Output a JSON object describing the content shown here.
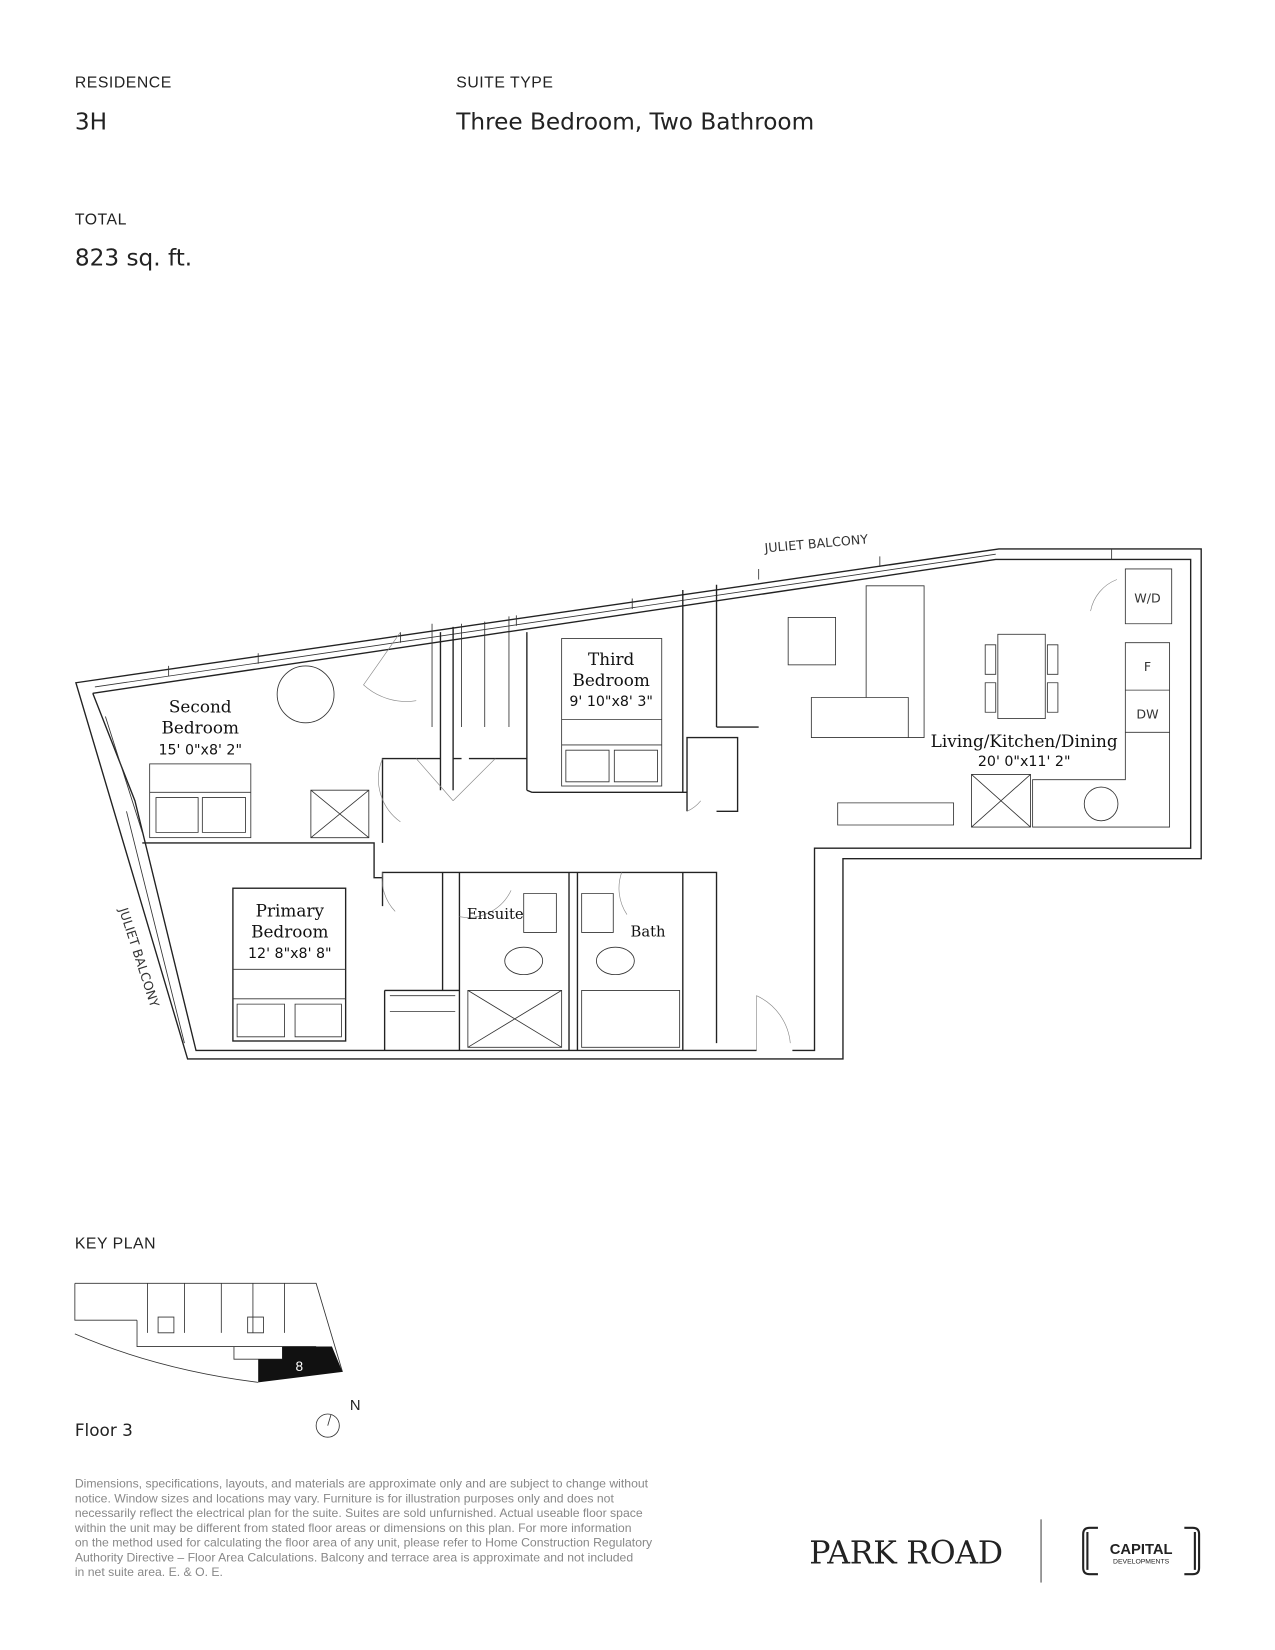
{
  "header": {
    "residence_label": "RESIDENCE",
    "residence_value": "3H",
    "suite_type_label": "SUITE TYPE",
    "suite_type_value": "Three Bedroom, Two Bathroom",
    "total_label": "TOTAL",
    "total_value": "823 sq. ft."
  },
  "plan": {
    "balcony_top": "JULIET BALCONY",
    "balcony_left": "JULIET BALCONY",
    "rooms": {
      "second_bedroom": {
        "name1": "Second",
        "name2": "Bedroom",
        "dims": "15' 0\"x8' 2\""
      },
      "third_bedroom": {
        "name1": "Third",
        "name2": "Bedroom",
        "dims": "9' 10\"x8' 3\""
      },
      "primary_bedroom": {
        "name1": "Primary",
        "name2": "Bedroom",
        "dims": "12' 8\"x8' 8\""
      },
      "living": {
        "name": "Living/Kitchen/Dining",
        "dims": "20' 0\"x11' 2\""
      },
      "ensuite": "Ensuite",
      "bath": "Bath"
    },
    "appliances": {
      "washer_dryer": "W/D",
      "fridge": "F",
      "dishwasher": "DW"
    }
  },
  "key_plan": {
    "label": "KEY PLAN",
    "unit_number": "8",
    "floor": "Floor 3",
    "north": "N"
  },
  "disclaimer": [
    "Dimensions, specifications, layouts, and materials are approximate only and are subject to change without",
    "notice. Window sizes and locations may vary. Furniture is for illustration purposes only and does not",
    "necessarily reflect the electrical plan for the suite. Suites are sold unfurnished. Actual useable floor space",
    "within the unit may be different from stated floor areas or dimensions on this plan. For more information",
    "on the method used for calculating the floor area of any unit, please refer to Home Construction Regulatory",
    "Authority Directive – Floor Area Calculations. Balcony and terrace area is approximate and not included",
    "in net suite area. E. & O. E."
  ],
  "branding": {
    "project": "PARK ROAD",
    "developer_line1": "CAPITAL",
    "developer_line2": "DEVELOPMENTS"
  }
}
